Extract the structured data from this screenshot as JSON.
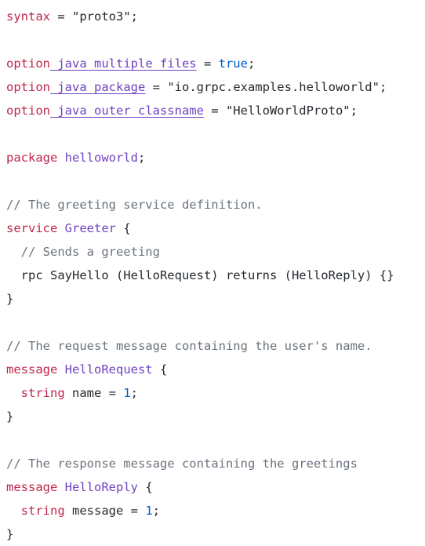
{
  "colors": {
    "background": "#ffffff",
    "keyword": "#c0264a",
    "identifier": "#6f42c1",
    "comment": "#6a737d",
    "number": "#005cc5",
    "text": "#24292e"
  },
  "code": {
    "l1": {
      "kw": "syntax",
      "eq": " = ",
      "str": "\"proto3\"",
      "end": ";"
    },
    "l3": {
      "kw": "option",
      "name": " java_multiple_files",
      "eq": " = ",
      "val": "true",
      "end": ";"
    },
    "l4": {
      "kw": "option",
      "name": " java_package",
      "eq": " = ",
      "str": "\"io.grpc.examples.helloworld\"",
      "end": ";"
    },
    "l5": {
      "kw": "option",
      "name": " java_outer_classname",
      "eq": " = ",
      "str": "\"HelloWorldProto\"",
      "end": ";"
    },
    "l7": {
      "kw": "package",
      "name": " helloworld",
      "end": ";"
    },
    "l9": {
      "comment": "// The greeting service definition."
    },
    "l10": {
      "kw": "service",
      "name": " Greeter",
      "brace": " {"
    },
    "l11": {
      "comment": "  // Sends a greeting"
    },
    "l12": {
      "text": "  rpc SayHello (HelloRequest) returns (HelloReply) {}"
    },
    "l13": {
      "brace": "}"
    },
    "l15": {
      "comment": "// The request message containing the user's name."
    },
    "l16": {
      "kw": "message",
      "name": " HelloRequest",
      "brace": " {"
    },
    "l17": {
      "indent": "  ",
      "type": "string",
      "field": " name = ",
      "num": "1",
      "end": ";"
    },
    "l18": {
      "brace": "}"
    },
    "l20": {
      "comment": "// The response message containing the greetings"
    },
    "l21": {
      "kw": "message",
      "name": " HelloReply",
      "brace": " {"
    },
    "l22": {
      "indent": "  ",
      "type": "string",
      "field": " message = ",
      "num": "1",
      "end": ";"
    },
    "l23": {
      "brace": "}"
    }
  }
}
